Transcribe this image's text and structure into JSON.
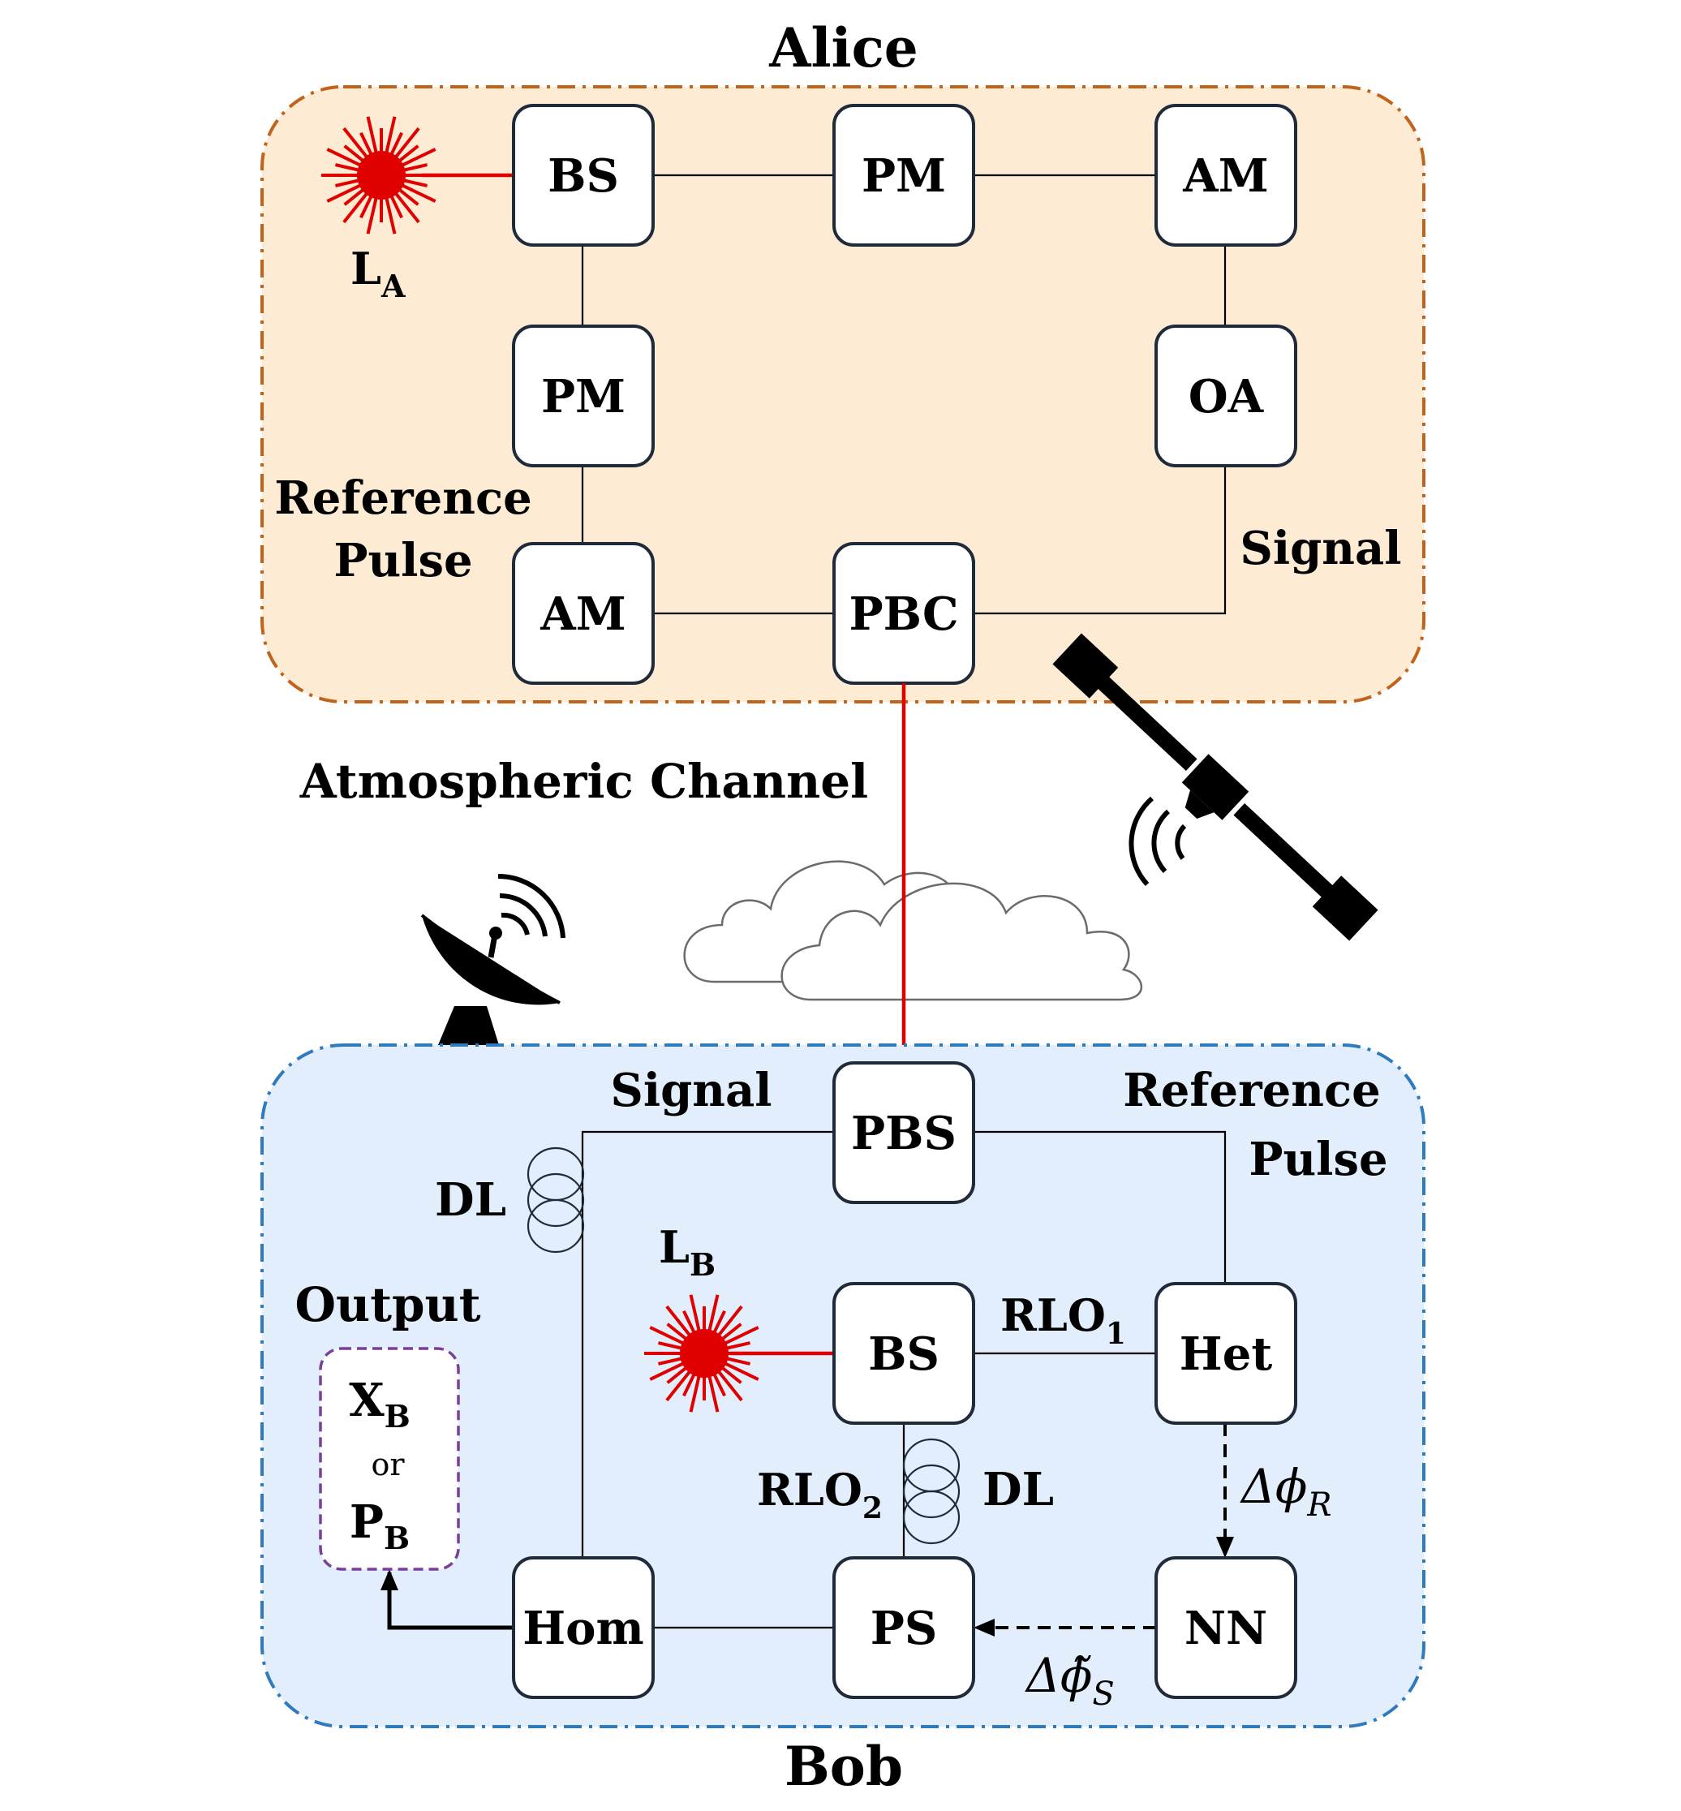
{
  "alice": {
    "title": "Alice",
    "laser_label": "L",
    "laser_sub": "A",
    "blocks": {
      "bs": "BS",
      "pm_top": "PM",
      "am_top": "AM",
      "pm_left": "PM",
      "oa": "OA",
      "am_bottom": "AM",
      "pbc": "PBC"
    },
    "reference_line1": "Reference",
    "reference_line2": "Pulse",
    "signal": "Signal"
  },
  "channel": {
    "label": "Atmospheric Channel"
  },
  "bob": {
    "title": "Bob",
    "signal": "Signal",
    "reference_line1": "Reference",
    "reference_line2": "Pulse",
    "dl_left": "DL",
    "dl_right": "DL",
    "laser_label": "L",
    "laser_sub": "B",
    "blocks": {
      "pbs": "PBS",
      "bs": "BS",
      "het": "Het",
      "nn": "NN",
      "ps": "PS",
      "hom": "Hom"
    },
    "rlo1": "RLO",
    "rlo1_sub": "1",
    "rlo2": "RLO",
    "rlo2_sub": "2",
    "phi_r": "Δϕ",
    "phi_r_sub": "R",
    "phi_s": "Δϕ̃",
    "phi_s_sub": "S",
    "output": {
      "title": "Output",
      "x": "X",
      "x_sub": "B",
      "or": "or",
      "p": "P",
      "p_sub": "B"
    }
  },
  "colors": {
    "alice_fill": "#fdebd3",
    "alice_border": "#c0631c",
    "bob_fill": "#e2eefb",
    "bob_border": "#2f7bbd",
    "laser": "#e00000",
    "output_border": "#7a3f9a"
  },
  "icons": {
    "laser": "laser-burst-icon",
    "satellite": "satellite-icon",
    "dish": "satellite-dish-icon",
    "cloud": "cloud-icon",
    "coil": "fiber-coil-icon"
  }
}
